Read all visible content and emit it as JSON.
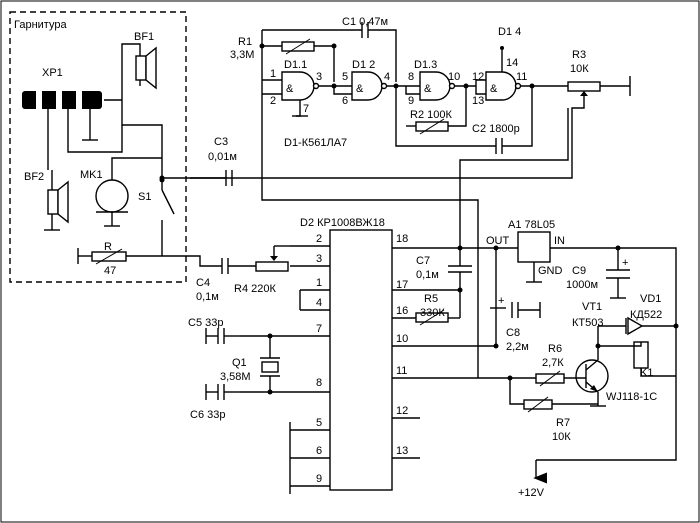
{
  "headset": {
    "label": "Гарнитура"
  },
  "components": {
    "bf1": "BF1",
    "xp1": "XP1",
    "bf2": "BF2",
    "mk1": "MK1",
    "s1": "S1",
    "r": {
      "ref": "R",
      "value": "47"
    },
    "r1": {
      "ref": "R1",
      "value": "3,3M"
    },
    "c1": "C1 0,47м",
    "d1_1": "D1.1",
    "d1_2": "D1 2",
    "d1_3": "D1.3",
    "d1_4": "D1 4",
    "d1_type": "D1-К561ЛА7",
    "r2": "R2 100К",
    "c2": "C2 1800р",
    "r3": {
      "ref": "R3",
      "value": "10К"
    },
    "c3": {
      "ref": "C3",
      "value": "0,01м"
    },
    "c4": {
      "ref": "C4",
      "value": "0,1м"
    },
    "r4": "R4 220К",
    "d2": "D2 КР1008ВЖ18",
    "c5": "C5 33р",
    "c6": "C6 33р",
    "q1": {
      "ref": "Q1",
      "value": "3,58М"
    },
    "c7": {
      "ref": "C7",
      "value": "0,1м"
    },
    "r5": {
      "ref": "R5",
      "value": "330К"
    },
    "c8": {
      "ref": "C8",
      "value": "2,2м"
    },
    "a1": "A1 78L05",
    "a1_out": "OUT",
    "a1_in": "IN",
    "a1_gnd": "GND",
    "c9": {
      "ref": "C9",
      "value": "1000м"
    },
    "vt1": {
      "ref": "VT1",
      "value": "КТ503"
    },
    "vd1": {
      "ref": "VD1",
      "value": "КД522"
    },
    "r6": {
      "ref": "R6",
      "value": "2,7К"
    },
    "k1": {
      "ref": "K1",
      "value": "WJ118-1C"
    },
    "r7": {
      "ref": "R7",
      "value": "10К"
    },
    "supply": "+12V"
  },
  "pins": {
    "g1": [
      "1",
      "2",
      "3",
      "7"
    ],
    "g2": [
      "5",
      "6",
      "4"
    ],
    "g3": [
      "8",
      "9",
      "10"
    ],
    "g4": [
      "12",
      "13",
      "11",
      "14"
    ],
    "d2_left": [
      "2",
      "3",
      "1",
      "4",
      "7",
      "8",
      "5",
      "6",
      "9"
    ],
    "d2_right": [
      "18",
      "17",
      "16",
      "10",
      "11",
      "12",
      "13"
    ]
  },
  "gate_symbol": "&",
  "polarity_plus": "+"
}
